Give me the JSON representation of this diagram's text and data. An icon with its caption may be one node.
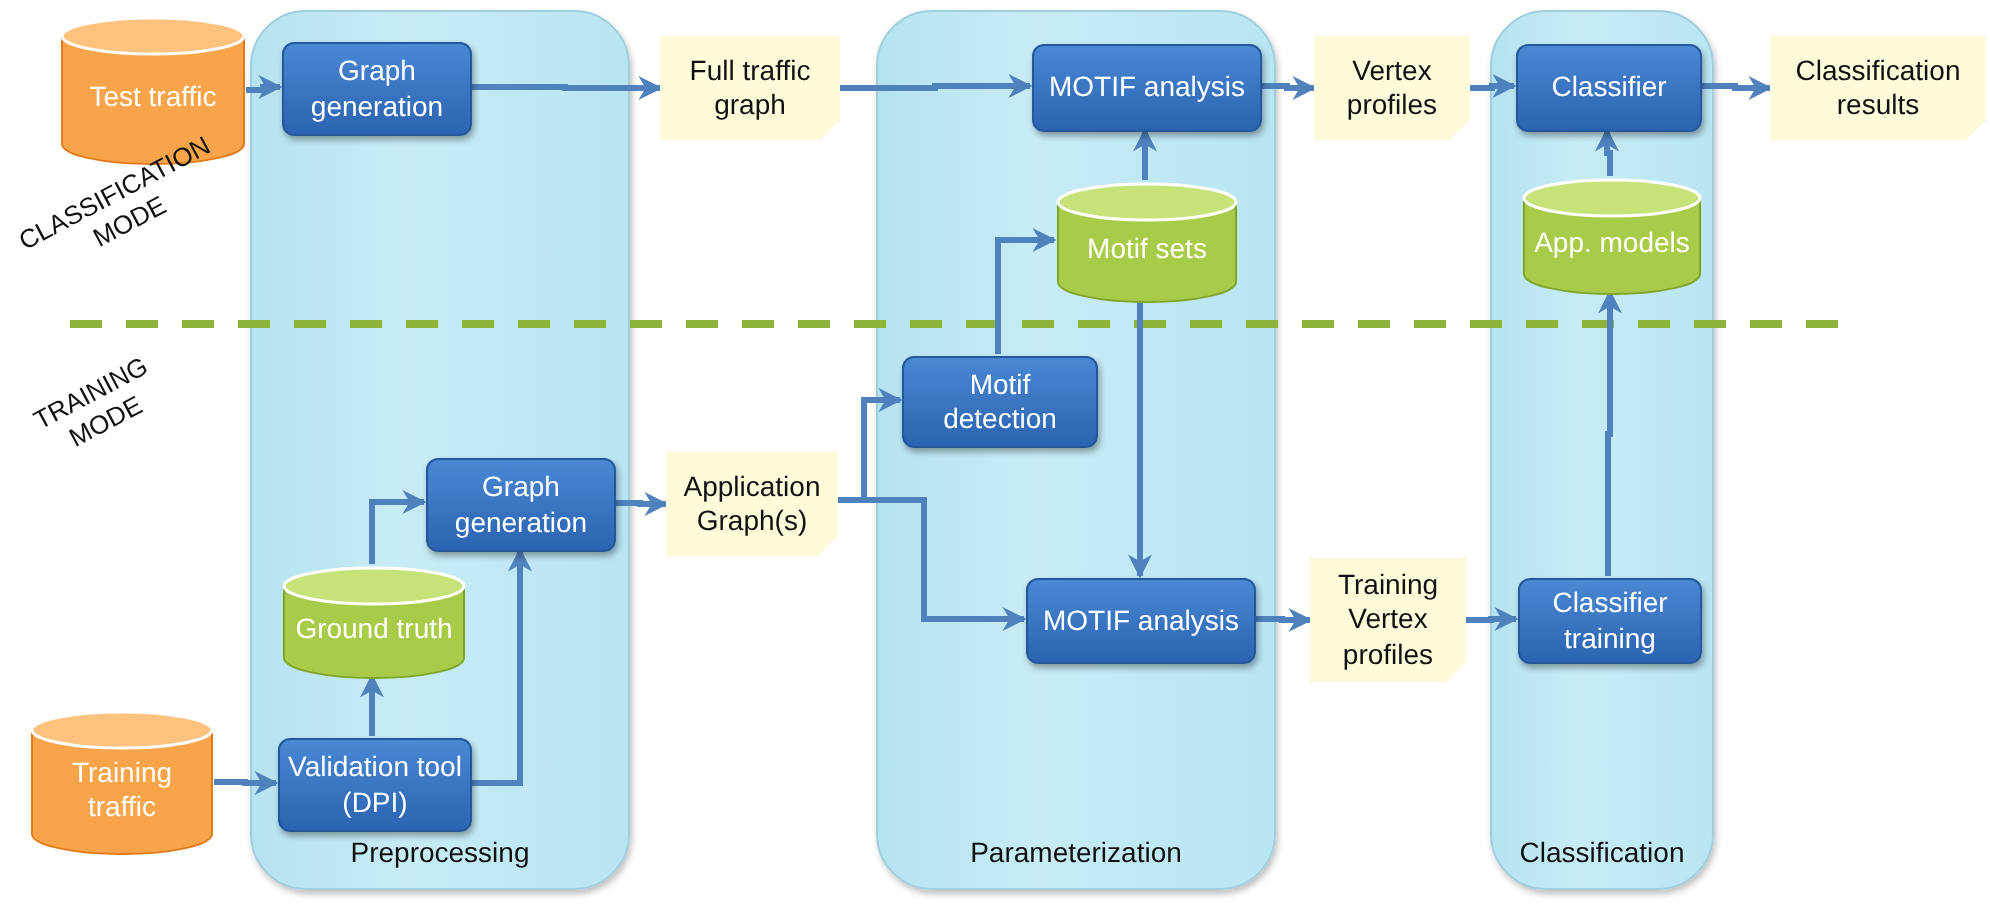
{
  "diagram": {
    "nodes": [
      {
        "text": [
          "Preprocessing"
        ]
      },
      {
        "text": [
          "Parameterization"
        ]
      },
      {
        "text": [
          "Classification"
        ]
      },
      {
        "text": [
          "Test traffic"
        ]
      },
      {
        "text": [
          "Graph generation"
        ],
        "in": 0
      },
      {
        "text": [
          "Full traffic graph"
        ]
      },
      {
        "text": [
          "MOTIF analysis"
        ],
        "in": 1
      },
      {
        "text": [
          "Vertex profiles"
        ]
      },
      {
        "text": [
          "Classifier"
        ],
        "in": 2
      },
      {
        "text": [
          "Classification results"
        ]
      },
      {
        "text": [
          "Motif sets"
        ],
        "in": 1
      },
      {
        "text": [
          "App. models"
        ],
        "in": 2
      },
      {
        "text": [
          "Motif detection"
        ],
        "in": 1
      },
      {
        "text": [
          "Graph generation"
        ],
        "in": 0
      },
      {
        "text": [
          "Application Graph(s)"
        ]
      },
      {
        "text": [
          "Ground truth"
        ],
        "in": 0
      },
      {
        "text": [
          "MOTIF analysis"
        ],
        "in": 1
      },
      {
        "text": [
          "Training Vertex profiles"
        ]
      },
      {
        "text": [
          "Classifier training"
        ],
        "in": 2
      },
      {
        "text": [
          "Training traffic"
        ]
      },
      {
        "text": [
          "Validation tool (DPI)"
        ],
        "in": 0
      }
    ],
    "edges": [
      {
        "from": 3,
        "to": 4,
        "arrow": "to"
      },
      {
        "from": 4,
        "to": 5,
        "arrow": "to"
      },
      {
        "from": 5,
        "to": 6,
        "arrow": "to"
      },
      {
        "from": 6,
        "to": 7,
        "arrow": "to"
      },
      {
        "from": 7,
        "to": 8,
        "arrow": "to"
      },
      {
        "from": 8,
        "to": 9,
        "arrow": "to"
      },
      {
        "from": 10,
        "to": 6,
        "arrow": "to"
      },
      {
        "from": 11,
        "to": 8,
        "arrow": "to"
      },
      {
        "from": 12,
        "to": 10,
        "arrow": "to"
      },
      {
        "from": 14,
        "to": 12,
        "arrow": "to"
      },
      {
        "from": 14,
        "to": 16,
        "arrow": "to"
      },
      {
        "from": 10,
        "to": 16,
        "arrow": "to"
      },
      {
        "from": 16,
        "to": 17,
        "arrow": "to"
      },
      {
        "from": 17,
        "to": 18,
        "arrow": "to"
      },
      {
        "from": 18,
        "to": 11,
        "arrow": "to"
      },
      {
        "from": 19,
        "to": 20,
        "arrow": "to"
      },
      {
        "from": 20,
        "to": 15,
        "arrow": "to"
      },
      {
        "from": 20,
        "to": 13,
        "arrow": "to"
      },
      {
        "from": 15,
        "to": 13,
        "arrow": "to"
      },
      {
        "from": 13,
        "to": 14,
        "arrow": "to"
      }
    ],
    "labels": [
      "CLASSIFICATION MODE",
      "TRAINING MODE"
    ]
  }
}
